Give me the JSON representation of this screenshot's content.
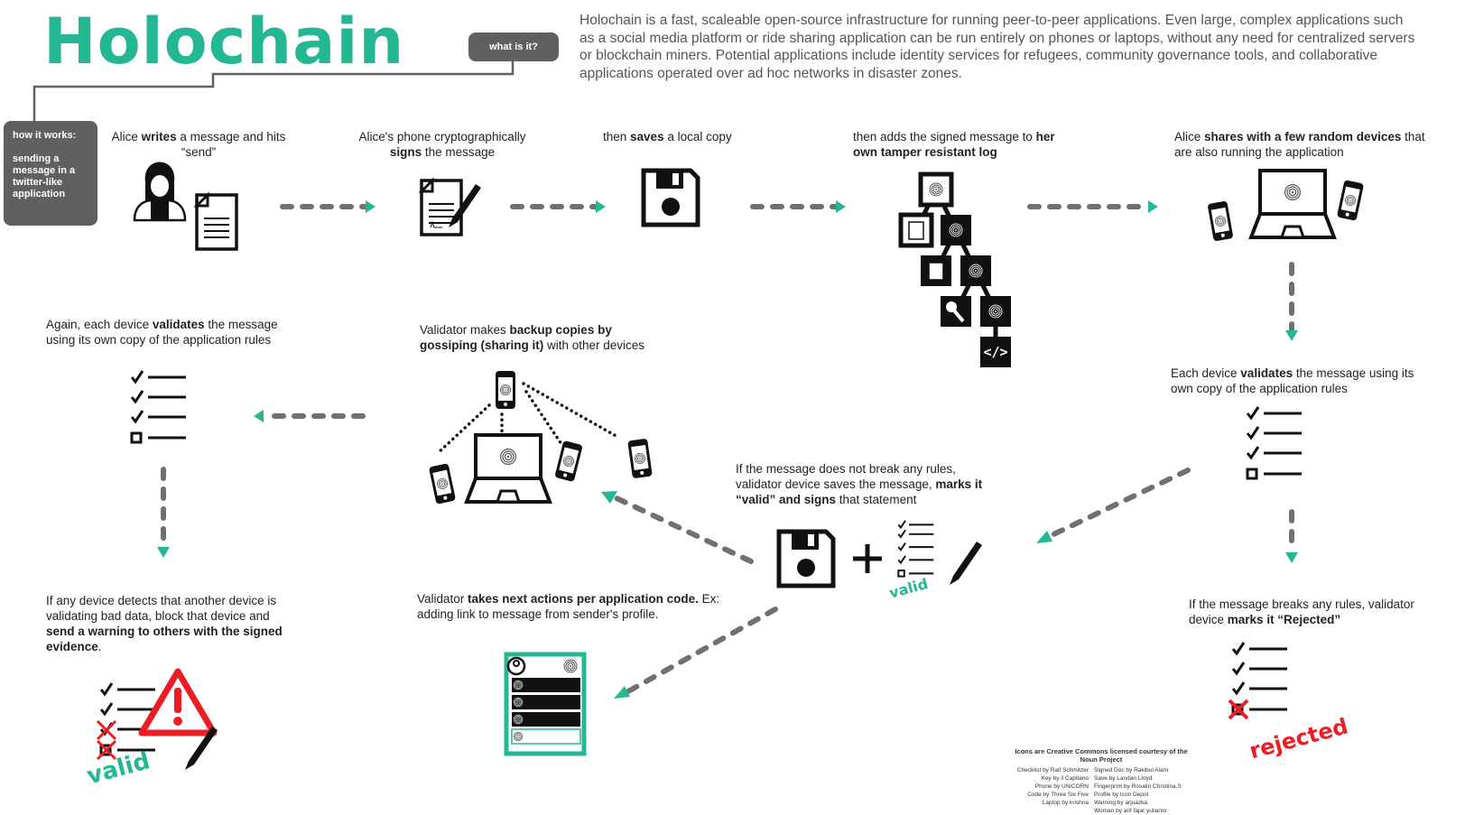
{
  "header": {
    "title": "Holochain",
    "what_label": "what is it?",
    "intro": "Holochain is a fast, scaleable open-source infrastructure for running peer-to-peer applications.  Even large, complex applications such as a social media platform or ride sharing application can be run entirely on phones or laptops, without any need for centralized servers or blockchain miners.  Potential applications include identity services for refugees, community governance tools, and collaborative applications operated over ad hoc networks in disaster zones."
  },
  "how": {
    "label": "how it works:",
    "subtitle": "sending a message in a twitter-like application"
  },
  "steps": [
    {
      "pre": "Alice ",
      "bold": "writes",
      "post": " a message and hits “send”"
    },
    {
      "pre": "Alice's phone cryptographically ",
      "bold": "signs",
      "post": " the message"
    },
    {
      "pre": "then ",
      "bold": "saves",
      "post": " a local copy"
    },
    {
      "pre": "then adds the signed message to ",
      "bold": "her own tamper resistant log",
      "post": ""
    },
    {
      "pre": "Alice ",
      "bold": "shares with a few random devices",
      "post": " that are also running the application"
    },
    {
      "pre": "Each device ",
      "bold": "validates",
      "post": " the message using its own copy of the application rules"
    },
    {
      "pre": "If the message breaks any rules, validator device ",
      "bold": "marks it “Rejected”",
      "post": ""
    },
    {
      "pre": "If the message does not break any rules, validator device saves the message, ",
      "bold": "marks it “valid” and signs",
      "post": " that statement"
    },
    {
      "pre": "Validator makes ",
      "bold": "backup copies by gossiping (sharing it)",
      "post": " with other devices"
    },
    {
      "pre": "Validator ",
      "bold": "takes next actions per application code.",
      "post": "  Ex: adding link to message from sender's profile."
    },
    {
      "pre": "Again, each device ",
      "bold": "validates",
      "post": " the message using its own copy of the application rules"
    },
    {
      "pre": "If any device detects that another device is validating bad data, block that device and ",
      "bold": "send a warning to others with the signed evidence",
      "post": "."
    }
  ],
  "stamps": {
    "valid": "valid",
    "rejected": "rejected"
  },
  "credits": {
    "heading": "Icons are Creative Commons licensed courtesy of the Noun Project",
    "left": [
      "Checklist by Ralf Schmitzer",
      "Key by il Capitano",
      "Phone by UNiCORN",
      "Code by Three Six Five",
      "Laptop by krishna"
    ],
    "right": [
      "Signed Doc by Rakibul Alam",
      "Save by Landan Lloyd",
      "Fingerprint by Rosalin Christina.S",
      "Profile by Icon Depot",
      "Warning by arjuazka",
      "Woman by arif fajar yulianto"
    ]
  },
  "colors": {
    "brand": "#23b793",
    "pill": "#606060",
    "arrow": "#707070",
    "warning": "#ee1c24"
  }
}
